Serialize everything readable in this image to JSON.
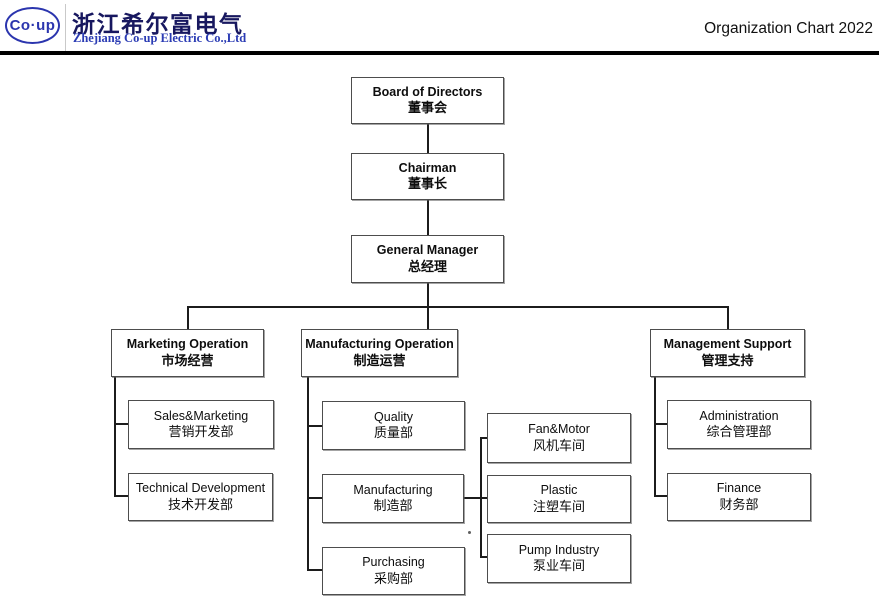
{
  "header": {
    "logo_text": "Co·up",
    "company_name_cn": "浙江希尔富电气",
    "company_name_en": "Zhejiang Co-up Electric Co.,Ltd",
    "page_title": "Organization Chart 2022",
    "brand_blue": "#2b35ae",
    "brand_navy": "#17175f",
    "rule_color": "#000000"
  },
  "chart": {
    "type": "org-chart",
    "nodes": {
      "board": {
        "en": "Board of Directors",
        "cn": "董事会"
      },
      "chairman": {
        "en": "Chairman",
        "cn": "董事长"
      },
      "gm": {
        "en": "General Manager",
        "cn": "总经理"
      },
      "marketing": {
        "en": "Marketing Operation",
        "cn": "市场经营"
      },
      "manufacturing": {
        "en": "Manufacturing Operation",
        "cn": "制造运营"
      },
      "management": {
        "en": "Management Support",
        "cn": "管理支持"
      },
      "sales": {
        "en": "Sales&Marketing",
        "cn": "营销开发部"
      },
      "technical": {
        "en": "Technical Development",
        "cn": "技术开发部"
      },
      "quality": {
        "en": "Quality",
        "cn": "质量部"
      },
      "manufacturing_dept": {
        "en": "Manufacturing",
        "cn": "制造部"
      },
      "purchasing": {
        "en": "Purchasing",
        "cn": "采购部"
      },
      "fan_motor": {
        "en": "Fan&Motor",
        "cn": "风机车间"
      },
      "plastic": {
        "en": "Plastic",
        "cn": "注塑车间"
      },
      "pump": {
        "en": "Pump Industry",
        "cn": "泵业车间"
      },
      "administration": {
        "en": "Administration",
        "cn": "综合管理部"
      },
      "finance": {
        "en": "Finance",
        "cn": "财务部"
      }
    }
  }
}
